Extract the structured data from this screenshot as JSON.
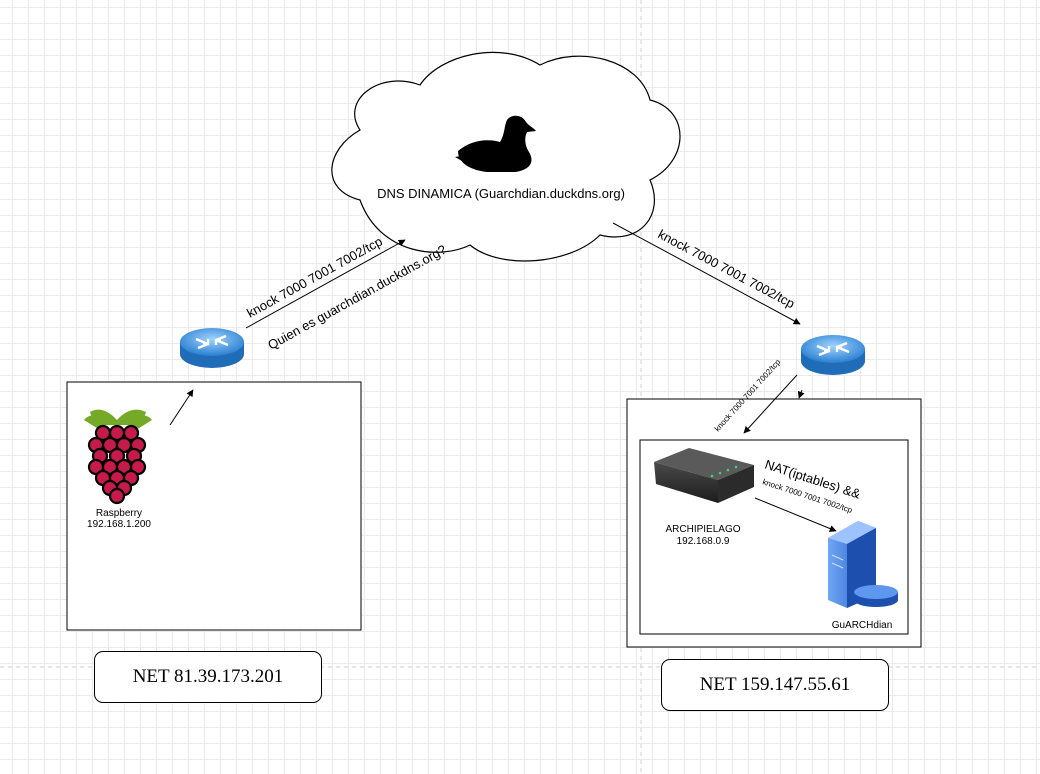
{
  "cloud": {
    "label": "DNS DINAMICA (Guarchdian.duckdns.org)"
  },
  "left_network": {
    "device_name": "Raspberry",
    "device_ip": "192.168.1.200",
    "net_label": "NET 81.39.173.201"
  },
  "right_network": {
    "router_name": "ARCHIPIELAGO",
    "router_ip": "192.168.0.9",
    "server_name": "GuARCHdian",
    "net_label": "NET 159.147.55.61"
  },
  "edges": {
    "knock_left": "knock 7000 7001 7002/tcp",
    "query_left": "Quien es guarchdian.duckdns.org?",
    "knock_right": "knock 7000 7001 7002/tcp",
    "knock_small": "knock 7000 7001 7002/tcp",
    "nat": "NAT(iptables) &&",
    "knock_nat": "knock 7000 7001 7002/tcp"
  },
  "colors": {
    "router": "#3d8fd6",
    "raspberry": "#c51a4a",
    "leaf": "#75a928",
    "server": "#2f6ed3"
  }
}
